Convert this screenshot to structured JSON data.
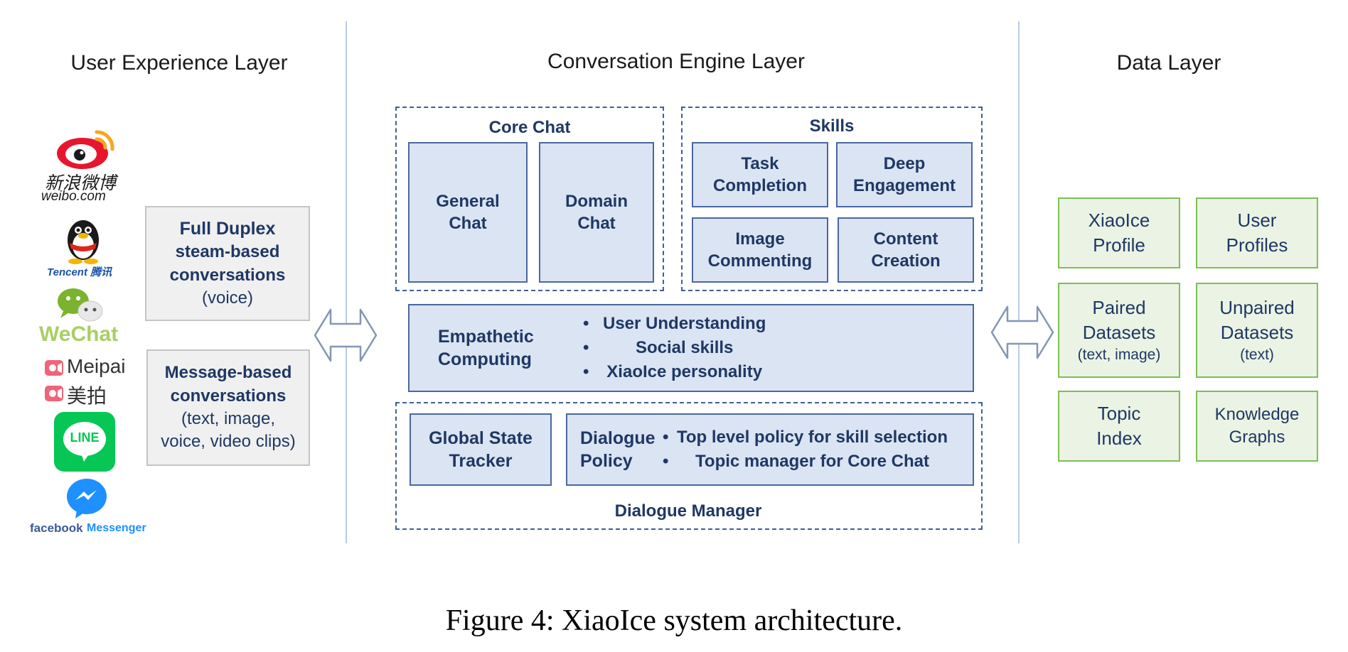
{
  "layers": {
    "user_experience": "User Experience Layer",
    "conversation_engine": "Conversation Engine Layer",
    "data": "Data Layer"
  },
  "platforms": {
    "weibo_cn": "新浪微博",
    "weibo_url": "weibo.com",
    "tencent": "Tencent 腾讯",
    "wechat": "WeChat",
    "meipai_en": "Meipai",
    "meipai_cn": "美拍",
    "line": "LINE",
    "facebook": "facebook",
    "messenger": "Messenger"
  },
  "ux_boxes": {
    "full_duplex": {
      "title": "Full Duplex",
      "line1": "steam-based",
      "line2": "conversations",
      "line3": "(voice)"
    },
    "message_based": {
      "line1": "Message-based",
      "line2": "conversations",
      "line3": "(text, image,",
      "line4": "voice, video clips)"
    }
  },
  "core_chat": {
    "label": "Core Chat",
    "general": "General Chat",
    "domain": "Domain Chat"
  },
  "skills": {
    "label": "Skills",
    "task": "Task Completion",
    "deep": "Deep Engagement",
    "image": "Image Commenting",
    "content": "Content Creation"
  },
  "empathetic": {
    "title": "Empathetic Computing",
    "bullets": [
      "User Understanding",
      "Social skills",
      "XiaoIce personality"
    ]
  },
  "dialogue_manager": {
    "label": "Dialogue Manager",
    "tracker": "Global State Tracker",
    "policy_title": "Dialogue Policy",
    "policy_bullets": [
      "Top level policy for skill selection",
      "Topic manager for Core Chat"
    ]
  },
  "data_layer": {
    "xiaoice_profile": "XiaoIce Profile",
    "user_profiles": "User Profiles",
    "paired_title": "Paired Datasets",
    "paired_sub": "(text, image)",
    "unpaired_title": "Unpaired Datasets",
    "unpaired_sub": "(text)",
    "topic_index": "Topic Index",
    "knowledge_graphs": "Knowledge Graphs"
  },
  "caption": "Figure 4: XiaoIce system architecture.",
  "colors": {
    "box_fill": "#dbe4f3",
    "box_border": "#4a67a0",
    "data_fill": "#ebf3e4",
    "data_border": "#7cbf58",
    "ux_fill": "#f0f0f0",
    "text": "#1f3864"
  }
}
